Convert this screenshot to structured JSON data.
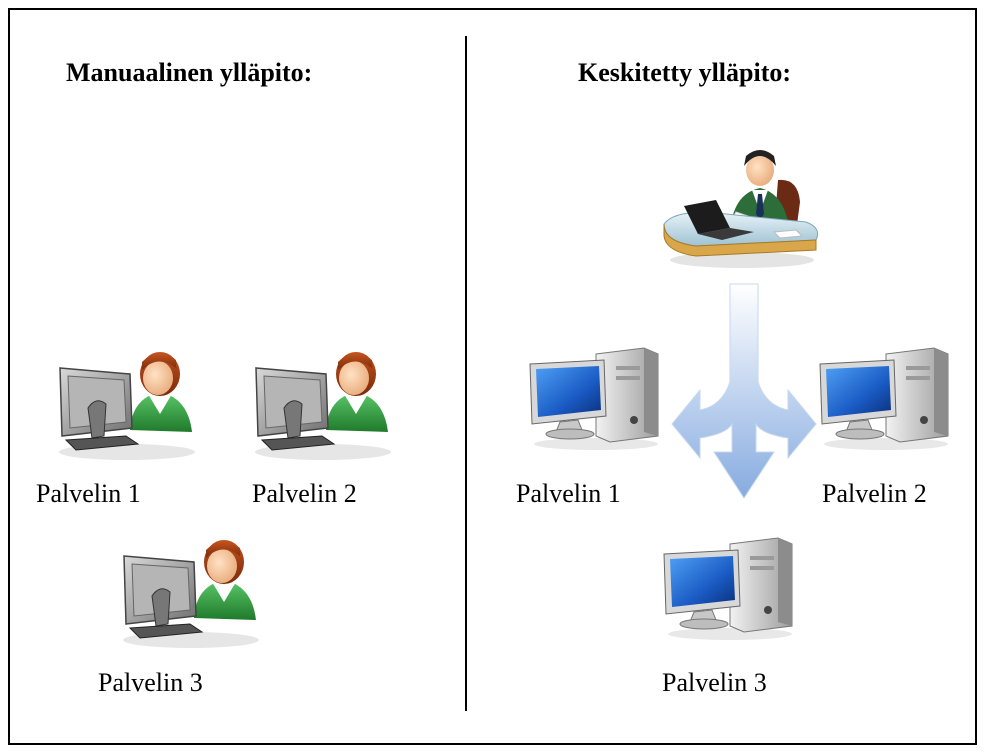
{
  "left_panel": {
    "heading": "Manuaalinen ylläpito:",
    "servers": [
      {
        "label": "Palvelin 1"
      },
      {
        "label": "Palvelin 2"
      },
      {
        "label": "Palvelin 3"
      }
    ]
  },
  "right_panel": {
    "heading": "Keskitetty ylläpito:",
    "servers": [
      {
        "label": "Palvelin 1"
      },
      {
        "label": "Palvelin 2"
      },
      {
        "label": "Palvelin 3"
      }
    ]
  },
  "colors": {
    "border": "#000000",
    "monitor_gray": "#8a8a8a",
    "screen_blue": "#1f5fc4",
    "person_green": "#2e9a3c",
    "hair_brown": "#9a3a12",
    "arrow_blue": "#9bbbe6"
  },
  "icons": {
    "admin": "admin-at-desk-icon",
    "user_workstation": "user-workstation-icon",
    "desktop_computer": "desktop-computer-icon",
    "distribution_arrow": "distribution-arrow-icon"
  }
}
